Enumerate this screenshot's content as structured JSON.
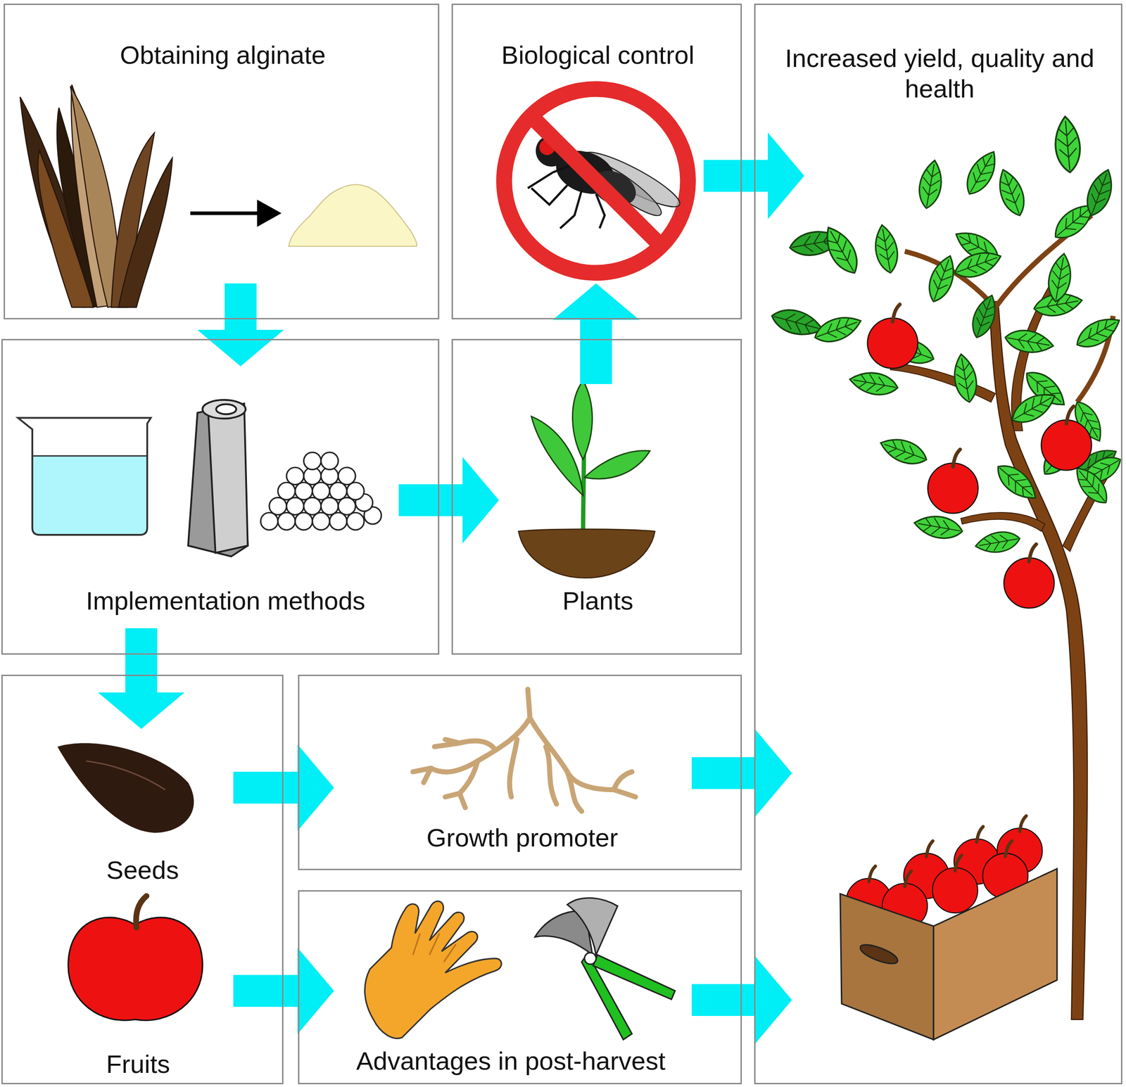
{
  "diagram": {
    "nodes": [
      {
        "text": [
          "Obtaining alginate"
        ]
      },
      {
        "text": [
          "Biological control"
        ]
      },
      {
        "text": [
          "Increased yield, quality and health"
        ]
      },
      {
        "text": [
          "Implementation methods"
        ]
      },
      {
        "text": [
          "Plants"
        ]
      },
      {
        "text": [
          "Seeds",
          "Fruits"
        ]
      },
      {
        "text": [
          "Growth promoter"
        ]
      },
      {
        "text": [
          "Advantages in post-harvest"
        ]
      }
    ],
    "edges": [
      {
        "from": 0,
        "to": 3,
        "arrow": "to"
      },
      {
        "from": 3,
        "to": 4,
        "arrow": "to"
      },
      {
        "from": 4,
        "to": 1,
        "arrow": "to"
      },
      {
        "from": 1,
        "to": 2,
        "arrow": "to"
      },
      {
        "from": 3,
        "to": 5,
        "arrow": "to"
      },
      {
        "from": 5,
        "to": 6,
        "arrow": "to"
      },
      {
        "from": 5,
        "to": 7,
        "arrow": "to"
      },
      {
        "from": 6,
        "to": 2,
        "arrow": "to"
      },
      {
        "from": 7,
        "to": 2,
        "arrow": "to"
      }
    ]
  }
}
